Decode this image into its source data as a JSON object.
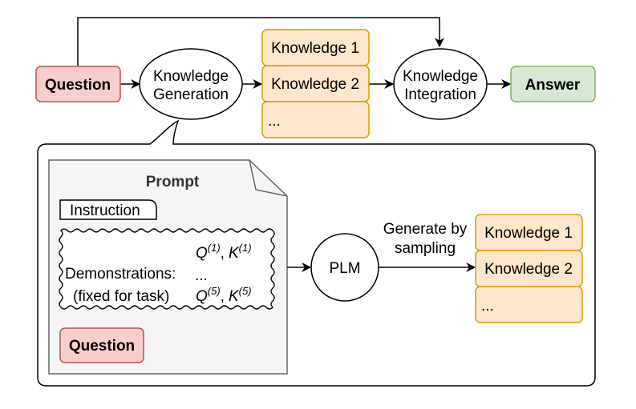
{
  "colors": {
    "question_fill": "#f8cecc",
    "question_stroke": "#b85450",
    "knowledge_fill": "#ffe6cc",
    "knowledge_stroke": "#d79b00",
    "answer_fill": "#d5e8d4",
    "answer_stroke": "#82b366",
    "prompt_fill": "#f5f5f5",
    "prompt_stroke": "#666666",
    "line": "#000000"
  },
  "top": {
    "question": "Question",
    "knowledge_generation": [
      "Knowledge",
      "Generation"
    ],
    "knowledge_items": [
      "Knowledge 1",
      "Knowledge 2",
      "..."
    ],
    "knowledge_integration": [
      "Knowledge",
      "Integration"
    ],
    "answer": "Answer"
  },
  "detail": {
    "prompt_title": "Prompt",
    "instruction": "Instruction",
    "demonstrations_label": "Demonstrations:",
    "demonstrations_note": "(fixed for task)",
    "demo_ellipsis": "...",
    "q_symbol": "Q",
    "k_symbol": "K",
    "sup_first": "(1)",
    "sup_last": "(5)",
    "comma": ",",
    "prompt_question": "Question",
    "plm": "PLM",
    "generate_label": [
      "Generate by",
      "sampling"
    ],
    "knowledge_items": [
      "Knowledge 1",
      "Knowledge 2",
      "..."
    ]
  }
}
